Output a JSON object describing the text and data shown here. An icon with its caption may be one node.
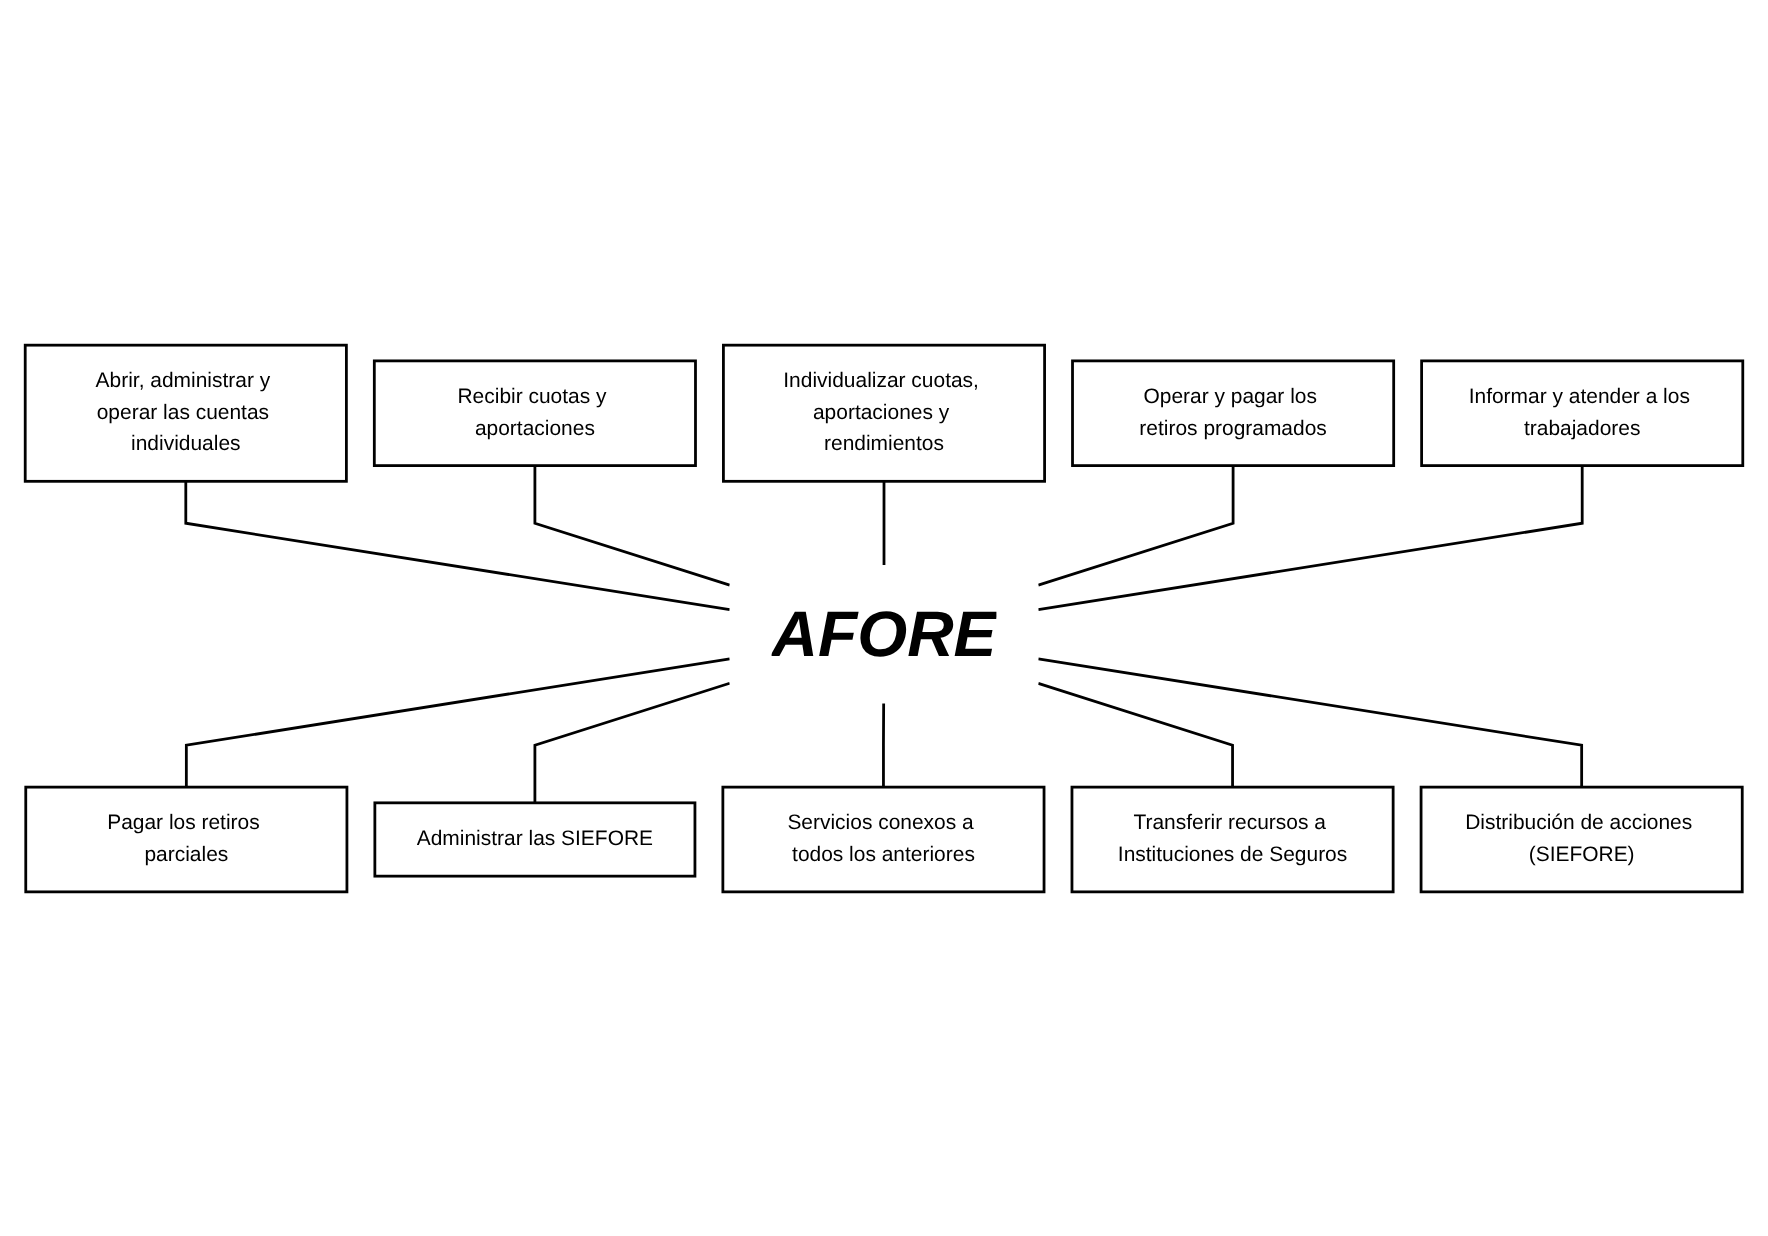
{
  "diagram": {
    "nodes": [
      {
        "text": [
          "Abrir, administrar y operar las cuentas individuales"
        ]
      },
      {
        "text": [
          "Recibir cuotas y aportaciones"
        ]
      },
      {
        "text": [
          "Individualizar cuotas, aportaciones y rendimientos"
        ]
      },
      {
        "text": [
          "Operar y pagar los retiros programados"
        ]
      },
      {
        "text": [
          "Informar y atender a los trabajadores"
        ]
      },
      {
        "text": [
          "AFORE"
        ]
      },
      {
        "text": [
          "Pagar los retiros parciales"
        ]
      },
      {
        "text": [
          "Administrar las SIEFORE"
        ]
      },
      {
        "text": [
          "Servicios conexos a todos los anteriores"
        ]
      },
      {
        "text": [
          "Transferir recursos a Instituciones de Seguros"
        ]
      },
      {
        "text": [
          "Distribución de acciones (SIEFORE)"
        ]
      }
    ],
    "edges": [
      {
        "from": 0,
        "to": 5,
        "arrow": "none"
      },
      {
        "from": 1,
        "to": 5,
        "arrow": "none"
      },
      {
        "from": 2,
        "to": 5,
        "arrow": "none"
      },
      {
        "from": 3,
        "to": 5,
        "arrow": "none"
      },
      {
        "from": 4,
        "to": 5,
        "arrow": "none"
      },
      {
        "from": 5,
        "to": 6,
        "arrow": "none"
      },
      {
        "from": 5,
        "to": 7,
        "arrow": "none"
      },
      {
        "from": 5,
        "to": 8,
        "arrow": "none"
      },
      {
        "from": 5,
        "to": 9,
        "arrow": "none"
      },
      {
        "from": 5,
        "to": 10,
        "arrow": "none"
      }
    ]
  }
}
